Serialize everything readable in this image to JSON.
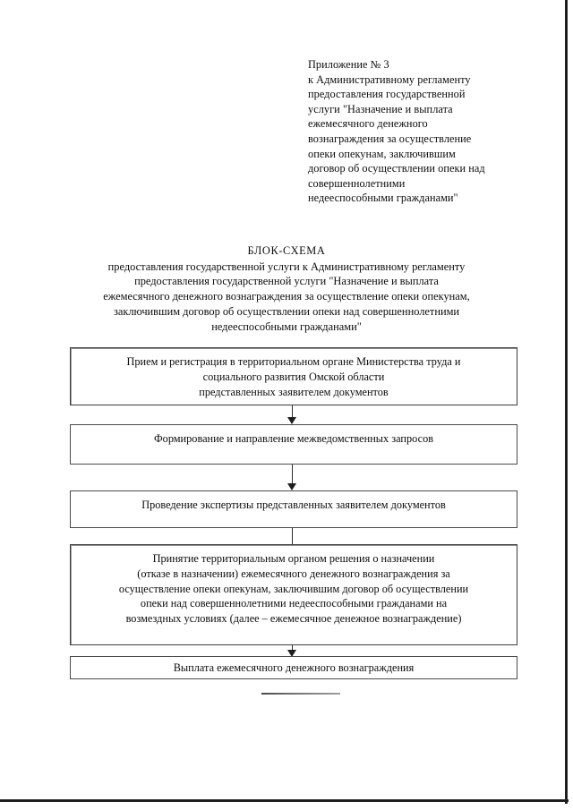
{
  "document": {
    "header": {
      "lines": [
        "Приложение № 3",
        "к Административному регламенту",
        "предоставления государственной",
        "услуги \"Назначение и выплата",
        "ежемесячного денежного",
        "вознаграждения за осуществление",
        "опеки опекунам, заключившим",
        "договор об осуществлении опеки над",
        "совершеннолетними",
        "недееспособными гражданами\""
      ]
    },
    "title": {
      "main": "БЛОК-СХЕМА",
      "lines": [
        "предоставления государственной услуги к Административному регламенту",
        "предоставления государственной услуги \"Назначение и выплата",
        "ежемесячного денежного вознаграждения за осуществление опеки опекунам,",
        "заключившим договор об осуществлении опеки над совершеннолетними",
        "недееспособными гражданами\""
      ]
    },
    "flowchart": {
      "type": "flowchart",
      "orientation": "vertical",
      "connector_style": "solid-line-with-filled-arrowhead",
      "nodes": [
        {
          "id": "node-1",
          "lines": [
            "Прием и регистрация в территориальном органе Министерства труда и",
            "социального развития Омской области",
            "представленных заявителем документов"
          ]
        },
        {
          "id": "node-2",
          "lines": [
            "Формирование и направление межведомственных запросов"
          ]
        },
        {
          "id": "node-3",
          "lines": [
            "Проведение экспертизы представленных заявителем документов"
          ]
        },
        {
          "id": "node-4",
          "lines": [
            "Принятие территориальным органом решения о назначении",
            "(отказе в назначении) ежемесячного денежного вознаграждения за",
            "осуществление опеки опекунам, заключившим договор об осуществлении",
            "опеки над совершеннолетними недееспособными гражданами на",
            "возмездных условиях (далее – ежемесячное денежное вознаграждение)"
          ]
        },
        {
          "id": "node-5",
          "lines": [
            "Выплата ежемесячного денежного вознаграждения"
          ]
        }
      ]
    }
  }
}
